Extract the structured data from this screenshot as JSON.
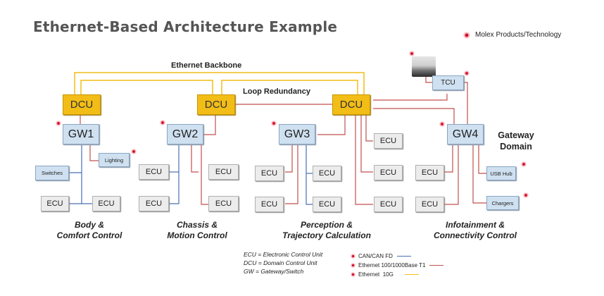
{
  "title": "Ethernet-Based Architecture Example",
  "legend_top": {
    "label": "Molex Products/Technology",
    "marker_color": "#d0102a"
  },
  "labels": {
    "backbone": "Ethernet Backbone",
    "loop": "Loop Redundancy",
    "gateway_domain_line1": "Gateway",
    "gateway_domain_line2": "Domain"
  },
  "colors": {
    "can": "#4a6fb5",
    "eth_t1": "#c0504d",
    "eth_10g": "#f2bd16",
    "dcu_fill": "#f2bd16",
    "gw_fill": "#cfe0f0",
    "ecu_fill": "#ececec"
  },
  "nodes": {
    "dcu1": "DCU",
    "dcu2": "DCU",
    "dcu3": "DCU",
    "gw1": "GW1",
    "gw2": "GW2",
    "gw3": "GW3",
    "gw4": "GW4",
    "tcu": "TCU",
    "lighting": "Lighting",
    "switches": "Switches",
    "usb_hub": "USB Hub",
    "chargers": "Chargers",
    "ecu": "ECU"
  },
  "domains": [
    {
      "line1": "Body &",
      "line2": "Comfort Control"
    },
    {
      "line1": "Chassis &",
      "line2": "Motion Control"
    },
    {
      "line1": "Perception &",
      "line2": "Trajectory Calculation"
    },
    {
      "line1": "Infotainment &",
      "line2": "Connectivity Control"
    }
  ],
  "definitions": [
    "ECU = Electronic Control Unit",
    "DCU = Domain Control Unit",
    "GW = Gateway/Switch"
  ],
  "line_legend": [
    {
      "label": "CAN/CAN FD",
      "color": "#4a6fb5"
    },
    {
      "label": "Ethernet 100/1000Base T1",
      "color": "#c0504d"
    },
    {
      "label": "Ethernet  10G",
      "color": "#f2bd16"
    }
  ]
}
